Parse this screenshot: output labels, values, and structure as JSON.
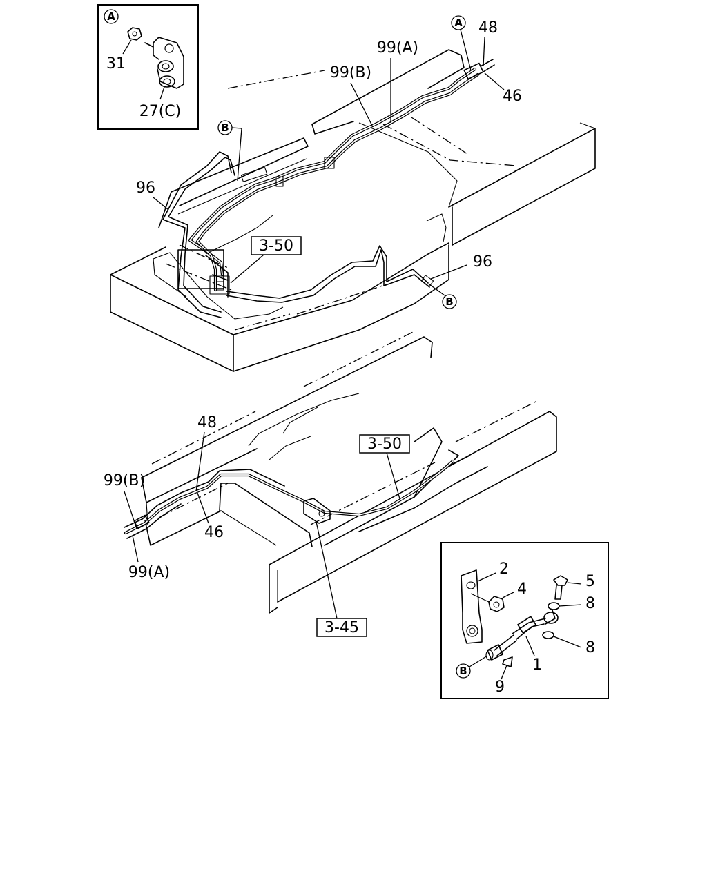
{
  "upper_assembly": {
    "detail_a": {
      "marker": "A",
      "labels": {
        "nut": "31",
        "bracket": "27(C)"
      }
    },
    "labels": {
      "ref_a": "A",
      "ref_b_top": "B",
      "ref_b_right": "B",
      "p48": "48",
      "p46": "46",
      "p99a": "99(A)",
      "p99b": "99(B)",
      "p96_left": "96",
      "p96_right": "96",
      "ref_box": "3-50"
    }
  },
  "lower_assembly": {
    "labels": {
      "p48": "48",
      "p46": "46",
      "p99b": "99(B)",
      "p99a": "99(A)",
      "ref_box_350": "3-50",
      "ref_box_345": "3-45"
    }
  },
  "detail_b": {
    "labels": {
      "bracket": "2",
      "nut": "4",
      "bolt": "5",
      "washer_top": "8",
      "washer_bottom": "8",
      "hose": "1",
      "clip": "9",
      "ref_b": "B"
    }
  }
}
